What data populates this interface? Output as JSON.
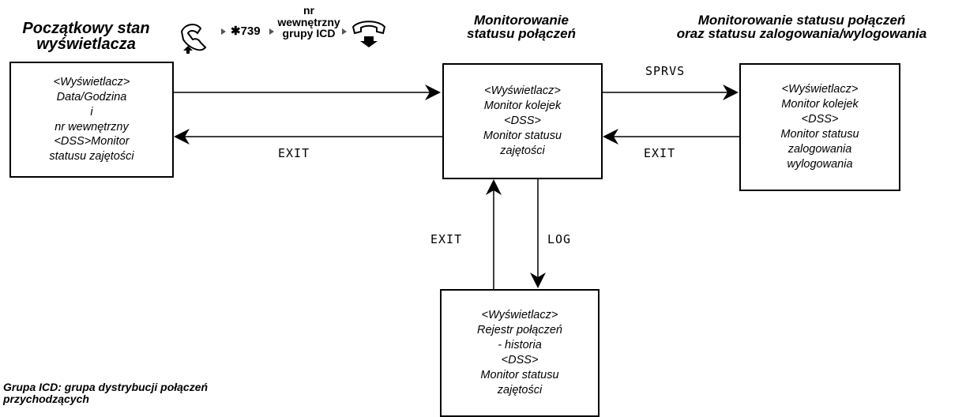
{
  "titles": {
    "initial_line1": "Początkowy stan",
    "initial_line2": "wyświetlacza",
    "monitor_line1": "Monitorowanie",
    "monitor_line2": "statusu połączeń",
    "login_line1": "Monitorowanie statusu połączeń",
    "login_line2": "oraz statusu zalogowania/wylogowania"
  },
  "access_sequence": {
    "offhook_icon": "handset-offhook-icon",
    "code": "✱739",
    "ext_line1": "nr",
    "ext_line2": "wewnętrzny",
    "ext_line3": "grupy ICD",
    "onhook_icon": "handset-onhook-icon"
  },
  "boxes": {
    "initial": [
      "<Wyświetlacz>",
      "Data/Godzina",
      "i",
      "nr wewnętrzny",
      "<DSS>Monitor",
      "statusu zajętości"
    ],
    "monitor": [
      "<Wyświetlacz>",
      "Monitor kolejek",
      "<DSS>",
      "Monitor statusu",
      "zajętości"
    ],
    "login": [
      "<Wyświetlacz>",
      "Monitor kolejek",
      "<DSS>",
      "Monitor statusu",
      "zalogowania",
      "wylogowania"
    ],
    "log": [
      "<Wyświetlacz>",
      "Rejestr połączeń",
      "- historia",
      "<DSS>",
      "Monitor statusu",
      "zajętości"
    ]
  },
  "transitions": {
    "exit_to_initial": "EXIT",
    "sprvs": "SPRVS",
    "exit_from_login": "EXIT",
    "exit_from_log": "EXIT",
    "log": "LOG"
  },
  "footnote": {
    "line1": "Grupa ICD: grupa dystrybucji połączeń",
    "line2": "przychodzących"
  }
}
